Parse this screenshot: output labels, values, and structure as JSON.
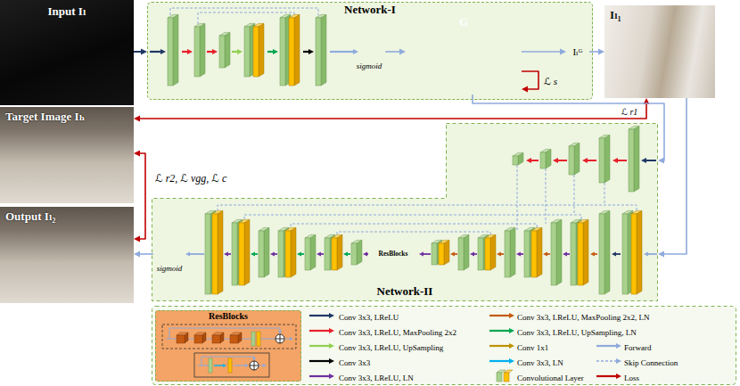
{
  "diagram": {
    "nodes": [
      {
        "text": [
          "Input Iₗ"
        ]
      },
      {
        "text": [
          "Network-I"
        ]
      },
      {
        "text": [
          "sigmoid"
        ],
        "in": 1
      },
      {
        "text": [
          "G"
        ],
        "in": 1
      },
      {
        "text": [
          "Iₗᴳ"
        ],
        "in": 1
      },
      {
        "text": [
          "Iₗ₁"
        ]
      },
      {
        "text": [
          "Target Image Iₕ"
        ]
      },
      {
        "text": [
          "Network-II"
        ]
      },
      {
        "text": [
          "ResBlocks"
        ],
        "in": 7
      },
      {
        "text": [
          "sigmoid"
        ],
        "in": 7
      },
      {
        "text": [
          "Output Iₗ₂"
        ]
      },
      {
        "text": [
          "ResBlocks"
        ]
      }
    ],
    "edges": [
      {
        "from": 0,
        "to": 1,
        "arrow": "to"
      },
      {
        "from": 2,
        "to": 3,
        "arrow": "to"
      },
      {
        "from": 3,
        "to": 4,
        "arrow": "to"
      },
      {
        "from": 4,
        "to": 5,
        "arrow": "to"
      },
      {
        "from": 3,
        "to": 3,
        "arrow": "to",
        "label": "ℒ s"
      },
      {
        "from": 5,
        "to": 6,
        "arrow": "both",
        "label": "ℒ r1"
      },
      {
        "from": 3,
        "to": 7,
        "arrow": "to"
      },
      {
        "from": 5,
        "to": 7,
        "arrow": "to"
      },
      {
        "from": 9,
        "to": 10,
        "arrow": "to"
      },
      {
        "from": 6,
        "to": 10,
        "arrow": "both",
        "label": "ℒ r2, ℒ vgg, ℒ c"
      }
    ],
    "legend": [
      {
        "text": "Conv 3x3, LReLU",
        "color": "#1f3864"
      },
      {
        "text": "Conv 3x3, LReLU, MaxPooling 2x2",
        "color": "#e8202a"
      },
      {
        "text": "Conv 3x3, LReLU, UpSampling",
        "color": "#92d050"
      },
      {
        "text": "Conv 3x3",
        "color": "#000000"
      },
      {
        "text": "Conv 3x3, LReLU, LN",
        "color": "#7030a0"
      },
      {
        "text": "Conv 3x3, LReLU, MaxPooling 2x2, LN",
        "color": "#c55a11"
      },
      {
        "text": "Conv 3x3, LReLU, UpSampling, LN",
        "color": "#00a650"
      },
      {
        "text": "Conv 1x1",
        "color": "#bf9000"
      },
      {
        "text": "Forward",
        "color": "#8faadc"
      },
      {
        "text": "Conv 3x3, LN",
        "color": "#00b0f0"
      },
      {
        "text": "Skip Connection"
      },
      {
        "text": "Convolutional Layer"
      },
      {
        "text": "Loss",
        "color": "#c00000"
      }
    ]
  }
}
